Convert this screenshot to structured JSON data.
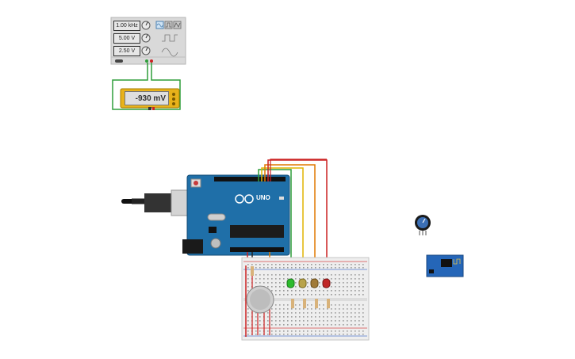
{
  "function_generator": {
    "frequency": "1.00 kHz",
    "amplitude": "5.00 V",
    "dc_offset": "2.50 V"
  },
  "multimeter": {
    "reading": "-930 mV"
  },
  "arduino": {
    "model": "UNO"
  },
  "colors": {
    "wire_green": "#2e9e3a",
    "wire_yellow": "#e0b400",
    "wire_orange": "#e07800",
    "wire_red": "#cc2222",
    "arduino_blue": "#1f6fa8",
    "multimeter_yellow": "#e8b21a"
  }
}
